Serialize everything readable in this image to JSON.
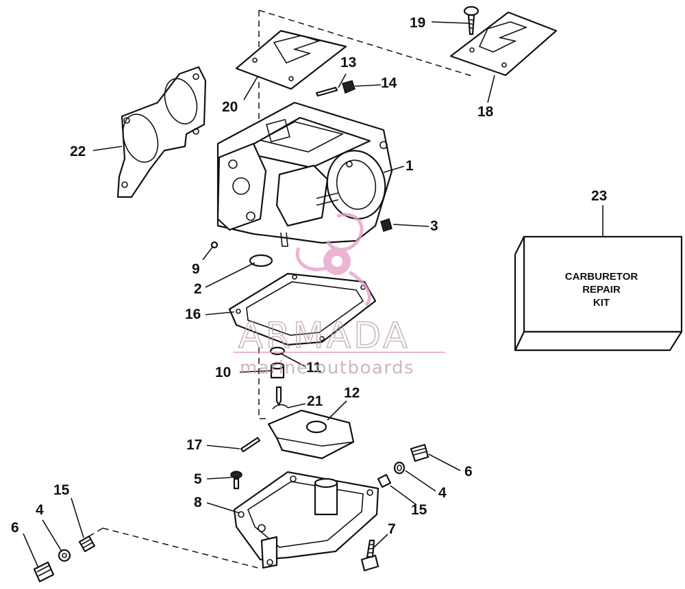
{
  "callouts": {
    "c1": "1",
    "c2": "2",
    "c3": "3",
    "c4a": "4",
    "c4b": "4",
    "c5": "5",
    "c6a": "6",
    "c6b": "6",
    "c7": "7",
    "c8": "8",
    "c9": "9",
    "c10": "10",
    "c11": "11",
    "c12": "12",
    "c13": "13",
    "c14": "14",
    "c15a": "15",
    "c15b": "15",
    "c16": "16",
    "c17": "17",
    "c18": "18",
    "c19": "19",
    "c20": "20",
    "c21": "21",
    "c22": "22",
    "c23": "23"
  },
  "kit_box": {
    "line1": "CARBURETOR",
    "line2": "REPAIR",
    "line3": "KIT"
  },
  "watermark": {
    "brand": "ARMADA",
    "tagline": "marine outboards",
    "color": "#e59bc4"
  }
}
